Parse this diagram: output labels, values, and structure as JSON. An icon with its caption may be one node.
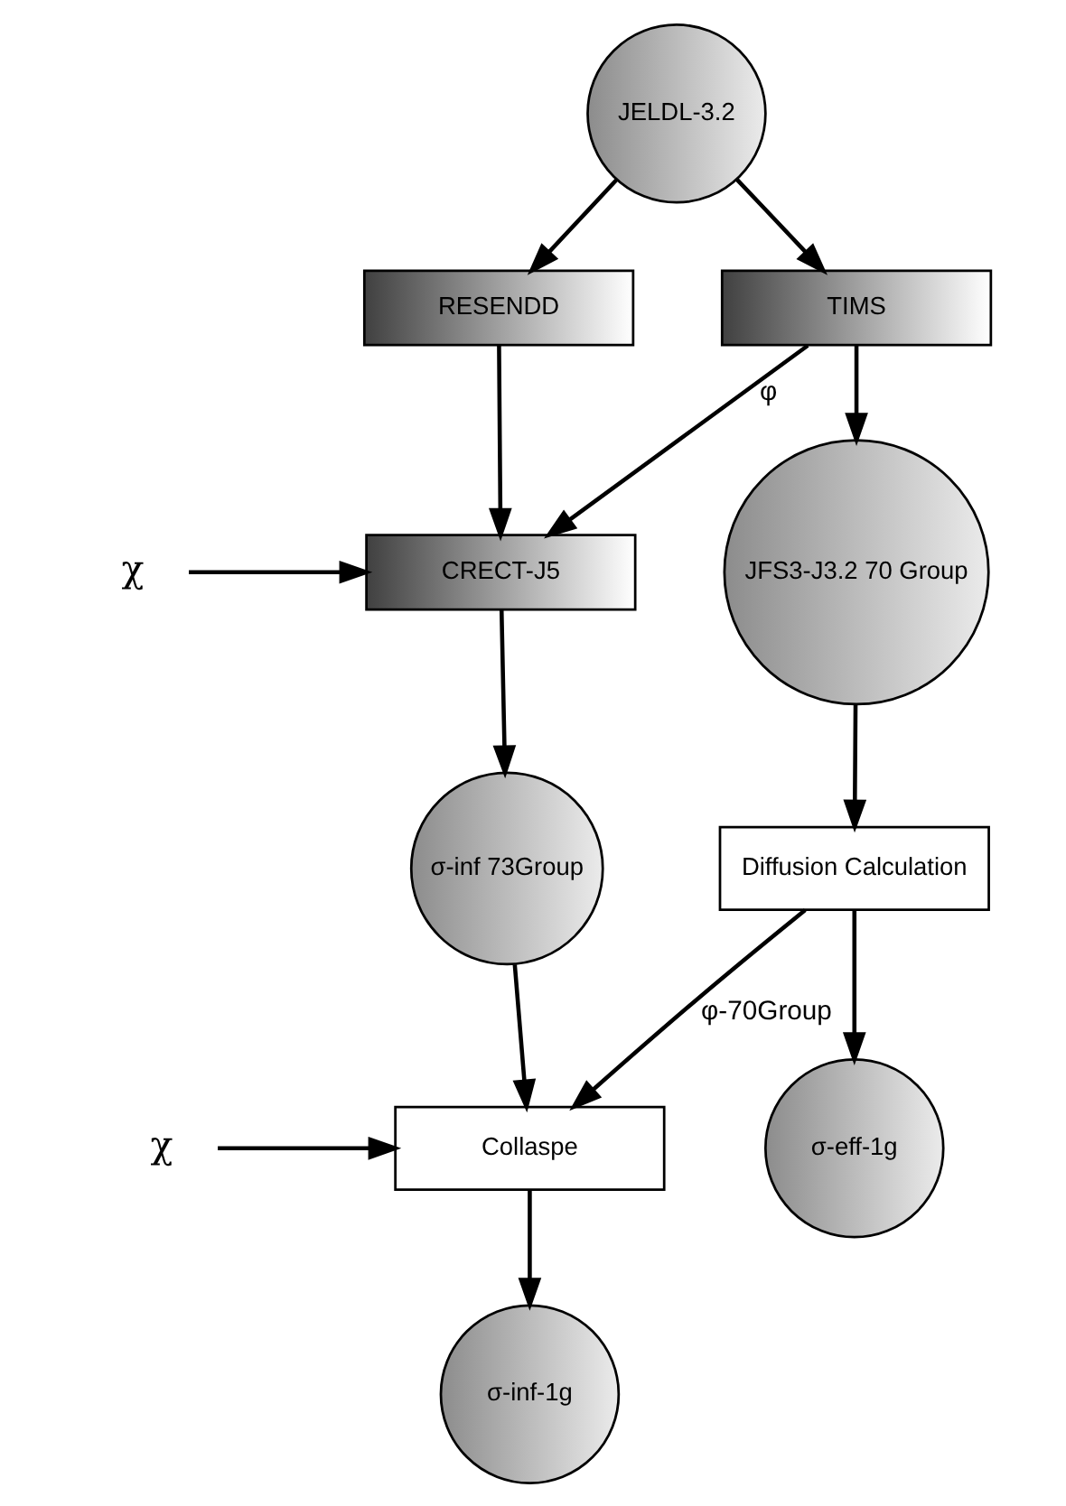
{
  "diagram": {
    "nodes": [
      {
        "text": [
          "JELDL-3.2"
        ]
      },
      {
        "text": [
          "RESENDD"
        ]
      },
      {
        "text": [
          "TIMS"
        ]
      },
      {
        "text": [
          "χ"
        ]
      },
      {
        "text": [
          "CRECT-J5"
        ]
      },
      {
        "text": [
          "JFS3-J3.2 70 Group"
        ]
      },
      {
        "text": [
          "σ-inf 73Group"
        ]
      },
      {
        "text": [
          "Diffusion Calculation"
        ]
      },
      {
        "text": [
          "χ"
        ]
      },
      {
        "text": [
          "Collaspe"
        ]
      },
      {
        "text": [
          "σ-eff-1g"
        ]
      },
      {
        "text": [
          "σ-inf-1g"
        ]
      }
    ],
    "edges": [
      {
        "from": 0,
        "to": 1,
        "arrow": "to"
      },
      {
        "from": 0,
        "to": 2,
        "arrow": "to"
      },
      {
        "from": 1,
        "to": 4,
        "arrow": "to"
      },
      {
        "from": 2,
        "to": 4,
        "arrow": "to",
        "label": "φ"
      },
      {
        "from": 2,
        "to": 5,
        "arrow": "to"
      },
      {
        "from": 3,
        "to": 4,
        "arrow": "to"
      },
      {
        "from": 4,
        "to": 6,
        "arrow": "to"
      },
      {
        "from": 5,
        "to": 7,
        "arrow": "to"
      },
      {
        "from": 6,
        "to": 9,
        "arrow": "to"
      },
      {
        "from": 7,
        "to": 9,
        "arrow": "to",
        "label": "φ-70Group"
      },
      {
        "from": 7,
        "to": 10,
        "arrow": "to"
      },
      {
        "from": 8,
        "to": 9,
        "arrow": "to"
      },
      {
        "from": 9,
        "to": 11,
        "arrow": "to"
      }
    ]
  }
}
